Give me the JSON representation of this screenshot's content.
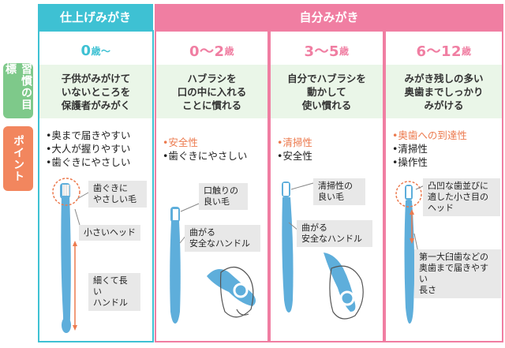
{
  "headers": {
    "finish": "仕上げみがき",
    "self": "自分みがき"
  },
  "side": {
    "goal_label": "習慣の目標",
    "point_label": "ポイント"
  },
  "columns": [
    {
      "age_num": "0",
      "age_unit": "歳〜",
      "goal_lines": [
        "子供がみがけて",
        "いないところを",
        "保護者がみがく"
      ],
      "points": [
        {
          "text": "•奥まで届きやすい",
          "highlight": false
        },
        {
          "text": "•大人が握りやすい",
          "highlight": false
        },
        {
          "text": "•歯ぐきにやさしい",
          "highlight": false
        }
      ],
      "notes": [
        [
          "歯ぐきに",
          "やさしい毛"
        ],
        [
          "小さいヘッド"
        ],
        [
          "細くて長い",
          "ハンドル"
        ]
      ]
    },
    {
      "age_num": "0〜2",
      "age_unit": "歳",
      "goal_lines": [
        "ハブラシを",
        "口の中に入れる",
        "ことに慣れる"
      ],
      "points": [
        {
          "text": "•安全性",
          "highlight": true
        },
        {
          "text": "•歯ぐきにやさしい",
          "highlight": false
        }
      ],
      "notes": [
        [
          "口触りの",
          "良い毛"
        ],
        [
          "曲がる",
          "安全なハンドル"
        ]
      ]
    },
    {
      "age_num": "3〜5",
      "age_unit": "歳",
      "goal_lines": [
        "自分でハブラシを",
        "動かして",
        "使い慣れる"
      ],
      "points": [
        {
          "text": "•清掃性",
          "highlight": true
        },
        {
          "text": "•安全性",
          "highlight": false
        }
      ],
      "notes": [
        [
          "清掃性の",
          "良い毛"
        ],
        [
          "曲がる",
          "安全なハンドル"
        ]
      ]
    },
    {
      "age_num": "6〜12",
      "age_unit": "歳",
      "goal_lines": [
        "みがき残しの多い",
        "奥歯までしっかり",
        "みがける"
      ],
      "points": [
        {
          "text": "•奥歯への到達性",
          "highlight": true
        },
        {
          "text": "•清掃性",
          "highlight": false
        },
        {
          "text": "•操作性",
          "highlight": false
        }
      ],
      "notes": [
        [
          "凸凹な歯並びに",
          "適した小さ目の",
          "ヘッド"
        ],
        [
          "第一大臼歯などの",
          "奥歯まで届きやすい",
          "長さ"
        ]
      ]
    }
  ],
  "colors": {
    "teal": "#3ec1d3",
    "pink": "#f07ea2",
    "green_label": "#7ec98a",
    "orange_label": "#f2865e",
    "goal_bg": "#eaf6e8",
    "brush": "#5eaedb",
    "note_bg": "#e8e8e8",
    "highlight": "#ec7a4e"
  }
}
